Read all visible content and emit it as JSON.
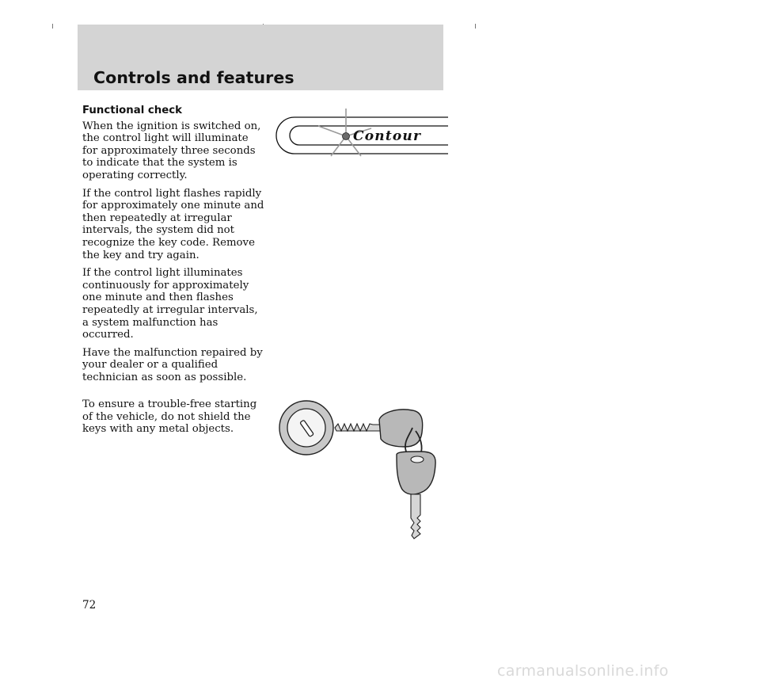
{
  "header": {
    "title": "Controls and features"
  },
  "section1": {
    "title": "Functional check",
    "paragraphs": [
      "When the ignition is switched on, the control light will illuminate for approximately three seconds to indicate that the system is operating correctly.",
      "If the control light flashes rapidly for approximately one minute and then repeatedly at irregular intervals, the system did not recognize the key code. Remove the key and try again.",
      "If the control light illuminates continuously for approximately one minute and then flashes repeatedly at irregular intervals, a system malfunction has occurred.",
      "Have the malfunction repaired by your dealer or a qualified technician as soon as possible."
    ]
  },
  "section2": {
    "paragraphs": [
      "To ensure a trouble-free starting of the vehicle, do not shield the keys with any metal objects."
    ]
  },
  "figures": {
    "emblem_text": "Contour",
    "emblem_icon": "indicator-light-icon",
    "keys_icon": "keys-and-ignition-lock-icon"
  },
  "page_number": "72",
  "watermark": "carmanualsonline.info"
}
